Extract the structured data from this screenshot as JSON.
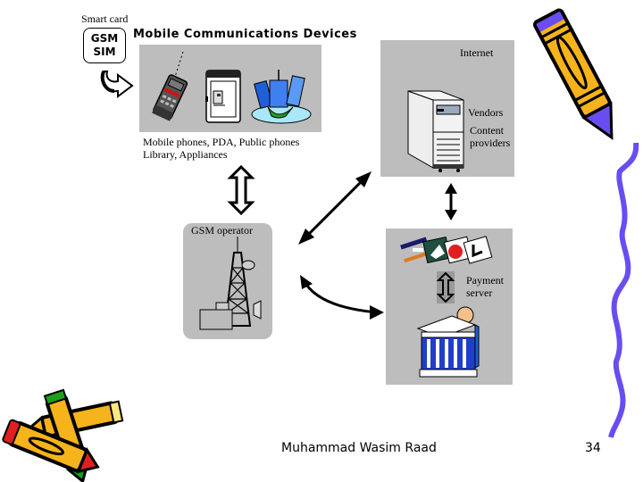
{
  "slide": {
    "smart_card_label": "Smart card",
    "sim_card": {
      "line1": "GSM",
      "line2": "SIM"
    },
    "devices": {
      "title": "Mobile Communications Devices",
      "caption_line1": "Mobile phones, PDA, Public phones",
      "caption_line2": "Library, Appliances",
      "icons": [
        "mobile-phone-icon",
        "public-phone-icon",
        "city-buildings-icon"
      ]
    },
    "internet": {
      "title": "Internet",
      "vendors_label": "Vendors",
      "content_line1": "Content",
      "content_line2": "providers"
    },
    "gsm_operator": {
      "title": "GSM operator"
    },
    "payment": {
      "label_line1": "Payment",
      "label_line2": "server"
    },
    "footer": {
      "author": "Muhammad Wasim Raad",
      "page_number": "34"
    },
    "colors": {
      "panel_gray": "#bdbdbd",
      "pencil_yellow": "#f6b31b",
      "pencil_purple": "#6a4df0",
      "arrow_black": "#000000",
      "crayon_red": "#e02020",
      "crayon_green": "#1aa01a",
      "bank_blue": "#1f5fd8"
    }
  }
}
